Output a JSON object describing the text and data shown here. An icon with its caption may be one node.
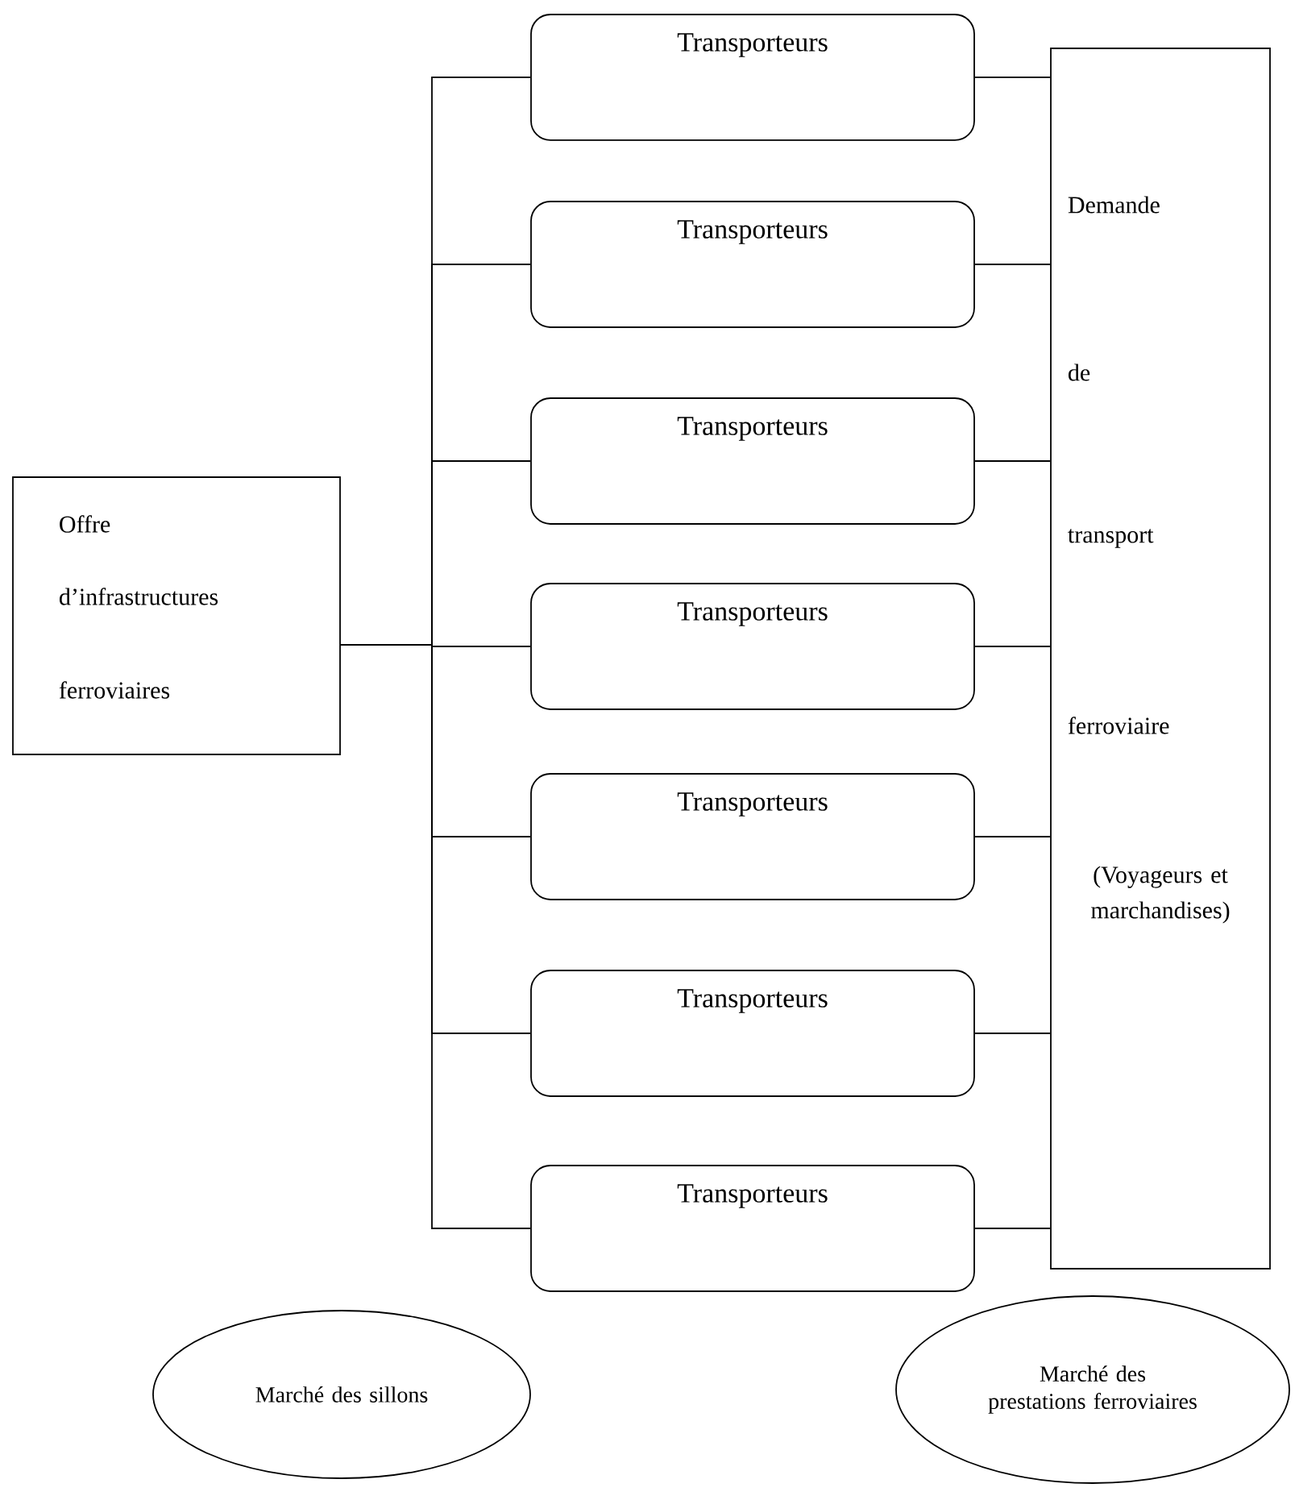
{
  "diagram": {
    "nodes": [
      {
        "text": [
          "Offre",
          "d’infrastructures",
          "ferroviaires"
        ]
      },
      {
        "text": [
          "Transporteurs"
        ]
      },
      {
        "text": [
          "Transporteurs"
        ]
      },
      {
        "text": [
          "Transporteurs"
        ]
      },
      {
        "text": [
          "Transporteurs"
        ]
      },
      {
        "text": [
          "Transporteurs"
        ]
      },
      {
        "text": [
          "Transporteurs"
        ]
      },
      {
        "text": [
          "Transporteurs"
        ]
      },
      {
        "text": [
          "Demande",
          "de",
          "transport",
          "ferroviaire",
          "(Voyageurs et marchandises)"
        ]
      },
      {
        "text": [
          "Marché des sillons"
        ]
      },
      {
        "text": [
          "Marché des prestations ferroviaires"
        ]
      }
    ],
    "edges": [
      {
        "from": 0,
        "to": 1,
        "arrow": "none"
      },
      {
        "from": 0,
        "to": 2,
        "arrow": "none"
      },
      {
        "from": 0,
        "to": 3,
        "arrow": "none"
      },
      {
        "from": 0,
        "to": 4,
        "arrow": "none"
      },
      {
        "from": 0,
        "to": 5,
        "arrow": "none"
      },
      {
        "from": 0,
        "to": 6,
        "arrow": "none"
      },
      {
        "from": 0,
        "to": 7,
        "arrow": "none"
      },
      {
        "from": 1,
        "to": 8,
        "arrow": "none"
      },
      {
        "from": 2,
        "to": 8,
        "arrow": "none"
      },
      {
        "from": 3,
        "to": 8,
        "arrow": "none"
      },
      {
        "from": 4,
        "to": 8,
        "arrow": "none"
      },
      {
        "from": 5,
        "to": 8,
        "arrow": "none"
      },
      {
        "from": 6,
        "to": 8,
        "arrow": "none"
      },
      {
        "from": 7,
        "to": 8,
        "arrow": "none"
      }
    ]
  }
}
